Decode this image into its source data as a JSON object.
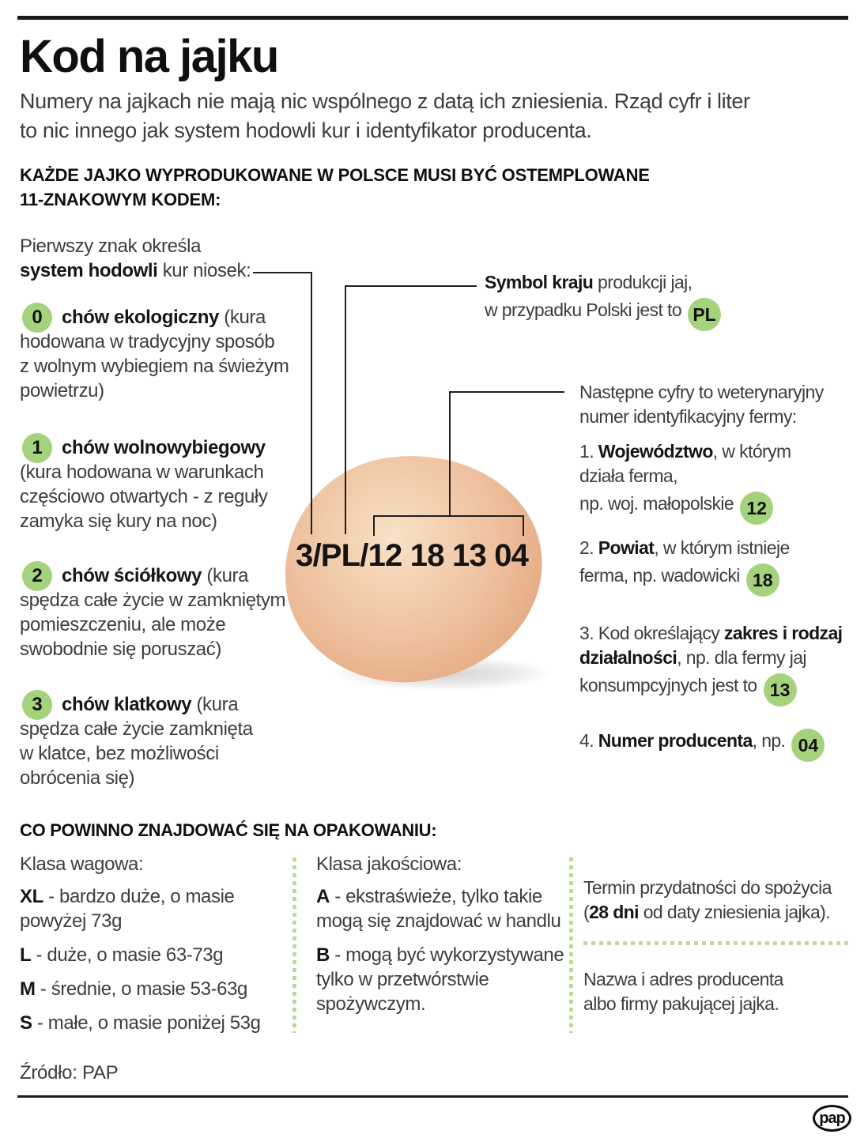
{
  "colors": {
    "accent_green": "#a5d27c",
    "divider_green": "#bcda92",
    "egg_body": "#eebf9d",
    "egg_edge": "#d2946c",
    "line_black": "#1f1f1f"
  },
  "header": {
    "title": "Kod na jajku",
    "subtitle_lines": [
      "Numery na jajkach nie mają nic wspólnego z datą ich zniesienia. Rząd cyfr i liter",
      "to nic innego jak system hodowli kur i identyfikator producenta."
    ],
    "lead_lines": [
      "KAŻDE JAJKO WYPRODUKOWANE W POLSCE MUSI BYĆ OSTEMPLOWANE",
      "11-ZNAKOWYM KODEM:"
    ]
  },
  "first_char": {
    "intro_lines": [
      [
        {
          "t": "Pierwszy znak określa"
        }
      ],
      [
        {
          "t": "system hodowli",
          "b": true
        },
        {
          "t": " kur niosek:"
        }
      ]
    ],
    "items": [
      {
        "code": "0",
        "lines": [
          [
            {
              "t": "chów ekologiczny",
              "b": true
            },
            {
              "t": " (kura"
            }
          ],
          [
            {
              "t": "hodowana w tradycyjny sposób"
            }
          ],
          [
            {
              "t": "z wolnym wybiegiem na świeżym"
            }
          ],
          [
            {
              "t": "powietrzu)"
            }
          ]
        ]
      },
      {
        "code": "1",
        "lines": [
          [
            {
              "t": "chów wolnowybiegowy",
              "b": true
            }
          ],
          [
            {
              "t": "(kura hodowana w warunkach"
            }
          ],
          [
            {
              "t": "częściowo otwartych - z reguły"
            }
          ],
          [
            {
              "t": "zamyka się kury na noc)"
            }
          ]
        ]
      },
      {
        "code": "2",
        "lines": [
          [
            {
              "t": "chów ściółkowy",
              "b": true
            },
            {
              "t": " (kura"
            }
          ],
          [
            {
              "t": "spędza całe życie w zamkniętym"
            }
          ],
          [
            {
              "t": "pomieszczeniu, ale może"
            }
          ],
          [
            {
              "t": "swobodnie się poruszać)"
            }
          ]
        ]
      },
      {
        "code": "3",
        "lines": [
          [
            {
              "t": "chów klatkowy",
              "b": true
            },
            {
              "t": " (kura"
            }
          ],
          [
            {
              "t": "spędza całe życie zamknięta"
            }
          ],
          [
            {
              "t": "w klatce, bez możliwości"
            }
          ],
          [
            {
              "t": "obrócenia się)"
            }
          ]
        ]
      }
    ]
  },
  "egg": {
    "code": "3/PL/12 18 13 04"
  },
  "country": {
    "lines": [
      [
        {
          "t": "Symbol kraju",
          "b": true
        },
        {
          "t": " produkcji jaj,"
        }
      ],
      [
        {
          "t": "w przypadku Polski jest to"
        }
      ]
    ],
    "badge": "PL"
  },
  "farm": {
    "intro_lines": [
      [
        {
          "t": "Następne cyfry to weterynaryjny"
        }
      ],
      [
        {
          "t": "numer identyfikacyjny fermy:"
        }
      ]
    ],
    "items": [
      {
        "badge": "12",
        "lines": [
          [
            {
              "t": "1. "
            },
            {
              "t": "Województwo",
              "b": true
            },
            {
              "t": ", w którym"
            }
          ],
          [
            {
              "t": "działa ferma,"
            }
          ],
          [
            {
              "t": "np. woj. małopolskie"
            }
          ]
        ]
      },
      {
        "badge": "18",
        "lines": [
          [
            {
              "t": "2. "
            },
            {
              "t": "Powiat",
              "b": true
            },
            {
              "t": ", w którym istnieje"
            }
          ],
          [
            {
              "t": "ferma, np. wadowicki"
            }
          ]
        ]
      },
      {
        "badge": "13",
        "lines": [
          [
            {
              "t": "3. Kod określający "
            },
            {
              "t": "zakres i rodzaj",
              "b": true
            }
          ],
          [
            {
              "t": "działalności",
              "b": true
            },
            {
              "t": ", np. dla fermy jaj"
            }
          ],
          [
            {
              "t": "konsumpcyjnych jest to"
            }
          ]
        ]
      },
      {
        "badge": "04",
        "lines": [
          [
            {
              "t": "4. "
            },
            {
              "t": "Numer producenta",
              "b": true
            },
            {
              "t": ", np."
            }
          ]
        ]
      }
    ]
  },
  "packaging": {
    "heading": "CO POWINNO ZNAJDOWAĆ SIĘ NA OPAKOWANIU:",
    "weight": {
      "title": "Klasa wagowa:",
      "entries": [
        {
          "lines": [
            [
              {
                "t": "XL",
                "b": true
              },
              {
                "t": " - bardzo duże, o masie"
              }
            ],
            [
              {
                "t": "powyżej 73g"
              }
            ]
          ]
        },
        {
          "lines": [
            [
              {
                "t": "L",
                "b": true
              },
              {
                "t": " - duże, o masie 63-73g"
              }
            ]
          ]
        },
        {
          "lines": [
            [
              {
                "t": "M",
                "b": true
              },
              {
                "t": " - średnie, o masie 53-63g"
              }
            ]
          ]
        },
        {
          "lines": [
            [
              {
                "t": "S",
                "b": true
              },
              {
                "t": " - małe, o masie poniżej 53g"
              }
            ]
          ]
        }
      ]
    },
    "quality": {
      "title": "Klasa jakościowa:",
      "entries": [
        {
          "lines": [
            [
              {
                "t": "A",
                "b": true
              },
              {
                "t": " - ekstraświeże, tylko takie"
              }
            ],
            [
              {
                "t": "mogą się znajdować w handlu"
              }
            ]
          ]
        },
        {
          "lines": [
            [
              {
                "t": "B",
                "b": true
              },
              {
                "t": " - mogą być wykorzystywane"
              }
            ],
            [
              {
                "t": "tylko w przetwórstwie"
              }
            ],
            [
              {
                "t": "spożywczym."
              }
            ]
          ]
        }
      ]
    },
    "extra": {
      "term_lines": [
        [
          {
            "t": "Termin przydatności do spożycia"
          }
        ],
        [
          {
            "t": "("
          },
          {
            "t": "28 dni",
            "b": true
          },
          {
            "t": " od daty zniesienia jajka)."
          }
        ]
      ],
      "name_lines": [
        [
          {
            "t": "Nazwa i adres producenta"
          }
        ],
        [
          {
            "t": "albo firmy pakującej jajka."
          }
        ]
      ]
    }
  },
  "footer": {
    "source": "Źródło: PAP",
    "logo": "pap"
  }
}
